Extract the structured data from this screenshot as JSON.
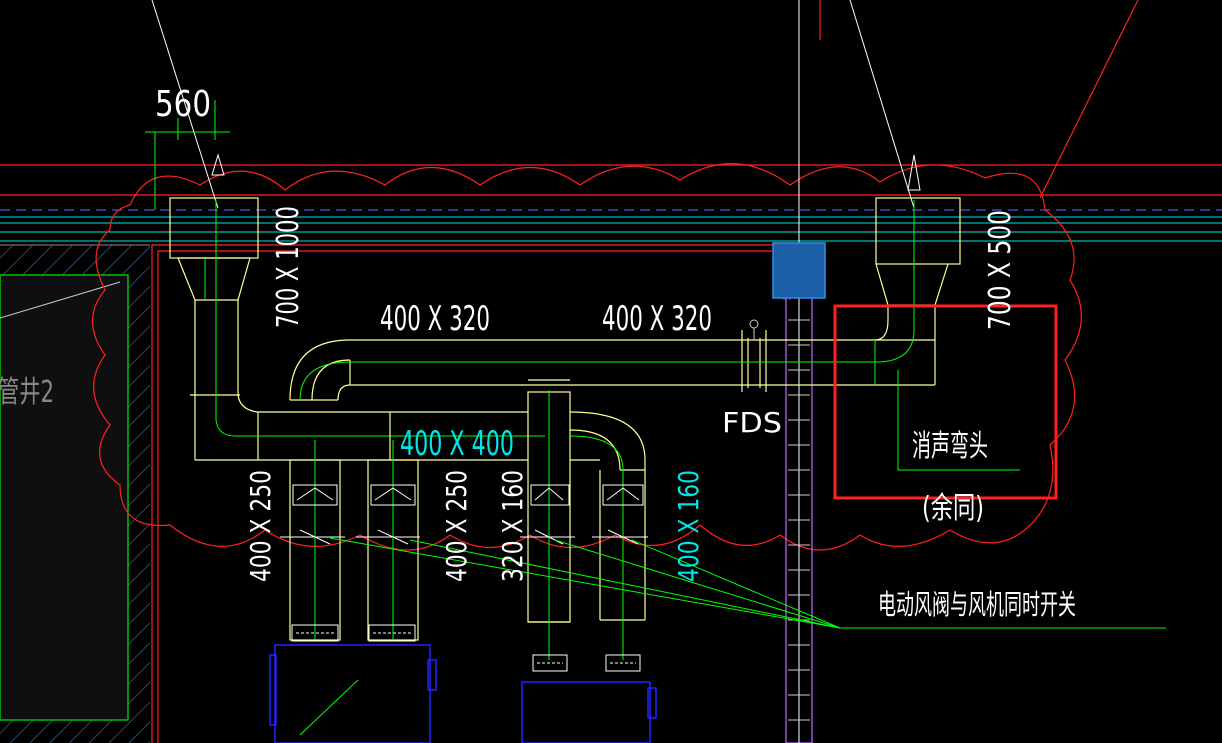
{
  "labels": {
    "dim_560": "560",
    "duct_left_vertical": "700 X 1000",
    "duct_right_vertical": "700 X 500",
    "duct_top_left": "400 X 320",
    "duct_top_right": "400 X 320",
    "duct_middle": "400 X 400",
    "branch_1": "400 X 250",
    "branch_2": "400 X 250",
    "branch_3": "320 X 160",
    "branch_4": "400 X 160",
    "fds": "FDS",
    "shaft": "管井2",
    "muffler_elbow": "消声弯头",
    "same_below": "(余同)",
    "note_switch": "电动风阀与风机同时开关"
  },
  "colors": {
    "background": "#000000",
    "duct_outline": "#ffff99",
    "centerline_green": "#00ff00",
    "red_revision": "#ff0000",
    "cyan_grid": "#00ffff",
    "blue_equipment": "#0000ff",
    "white_text": "#ffffff",
    "highlight_box": "#ff2020",
    "shaft_purple": "#cc66ff"
  }
}
